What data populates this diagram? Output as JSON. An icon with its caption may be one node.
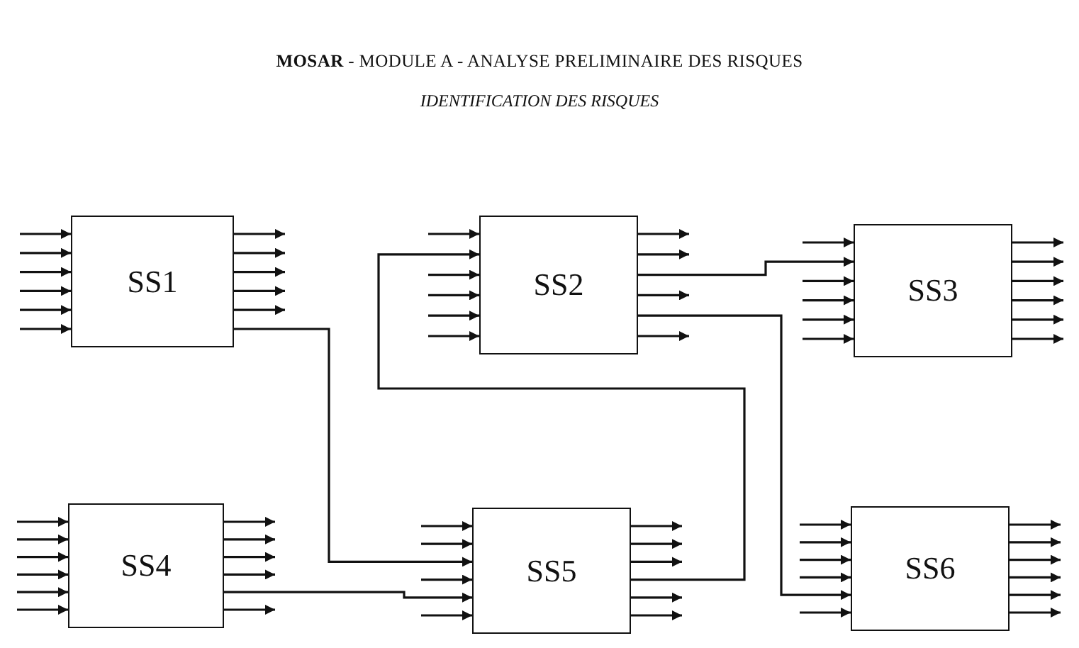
{
  "diagram": {
    "title": "**MOSAR** - MODULE A - ANALYSE PRELIMINAIRE DES RISQUES",
    "nodes": [
      {
        "text": [
          "SS1"
        ]
      },
      {
        "text": [
          "SS2"
        ]
      },
      {
        "text": [
          "SS3"
        ]
      },
      {
        "text": [
          "SS4"
        ]
      },
      {
        "text": [
          "SS5"
        ]
      },
      {
        "text": [
          "SS6"
        ]
      }
    ],
    "edges": [
      {
        "from": null,
        "to": 0,
        "arrow": "to"
      },
      {
        "from": null,
        "to": 0,
        "arrow": "to"
      },
      {
        "from": null,
        "to": 0,
        "arrow": "to"
      },
      {
        "from": null,
        "to": 0,
        "arrow": "to"
      },
      {
        "from": null,
        "to": 0,
        "arrow": "to"
      },
      {
        "from": null,
        "to": 0,
        "arrow": "to"
      },
      {
        "from": 0,
        "to": null,
        "arrow": "to"
      },
      {
        "from": 0,
        "to": null,
        "arrow": "to"
      },
      {
        "from": 0,
        "to": null,
        "arrow": "to"
      },
      {
        "from": 0,
        "to": null,
        "arrow": "to"
      },
      {
        "from": 0,
        "to": null,
        "arrow": "to"
      },
      {
        "from": null,
        "to": 1,
        "arrow": "to"
      },
      {
        "from": null,
        "to": 1,
        "arrow": "to"
      },
      {
        "from": null,
        "to": 1,
        "arrow": "to"
      },
      {
        "from": null,
        "to": 1,
        "arrow": "to"
      },
      {
        "from": null,
        "to": 1,
        "arrow": "to"
      },
      {
        "from": 1,
        "to": null,
        "arrow": "to"
      },
      {
        "from": 1,
        "to": null,
        "arrow": "to"
      },
      {
        "from": 1,
        "to": null,
        "arrow": "to"
      },
      {
        "from": 1,
        "to": null,
        "arrow": "to"
      },
      {
        "from": null,
        "to": 2,
        "arrow": "to"
      },
      {
        "from": null,
        "to": 2,
        "arrow": "to"
      },
      {
        "from": null,
        "to": 2,
        "arrow": "to"
      },
      {
        "from": null,
        "to": 2,
        "arrow": "to"
      },
      {
        "from": null,
        "to": 2,
        "arrow": "to"
      },
      {
        "from": 2,
        "to": null,
        "arrow": "to"
      },
      {
        "from": 2,
        "to": null,
        "arrow": "to"
      },
      {
        "from": 2,
        "to": null,
        "arrow": "to"
      },
      {
        "from": 2,
        "to": null,
        "arrow": "to"
      },
      {
        "from": 2,
        "to": null,
        "arrow": "to"
      },
      {
        "from": 2,
        "to": null,
        "arrow": "to"
      },
      {
        "from": null,
        "to": 3,
        "arrow": "to"
      },
      {
        "from": null,
        "to": 3,
        "arrow": "to"
      },
      {
        "from": null,
        "to": 3,
        "arrow": "to"
      },
      {
        "from": null,
        "to": 3,
        "arrow": "to"
      },
      {
        "from": null,
        "to": 3,
        "arrow": "to"
      },
      {
        "from": null,
        "to": 3,
        "arrow": "to"
      },
      {
        "from": 3,
        "to": null,
        "arrow": "to"
      },
      {
        "from": 3,
        "to": null,
        "arrow": "to"
      },
      {
        "from": 3,
        "to": null,
        "arrow": "to"
      },
      {
        "from": 3,
        "to": null,
        "arrow": "to"
      },
      {
        "from": 3,
        "to": null,
        "arrow": "to"
      },
      {
        "from": null,
        "to": 4,
        "arrow": "to"
      },
      {
        "from": null,
        "to": 4,
        "arrow": "to"
      },
      {
        "from": null,
        "to": 4,
        "arrow": "to"
      },
      {
        "from": null,
        "to": 4,
        "arrow": "to"
      },
      {
        "from": 4,
        "to": null,
        "arrow": "to"
      },
      {
        "from": 4,
        "to": null,
        "arrow": "to"
      },
      {
        "from": 4,
        "to": null,
        "arrow": "to"
      },
      {
        "from": 4,
        "to": null,
        "arrow": "to"
      },
      {
        "from": 4,
        "to": null,
        "arrow": "to"
      },
      {
        "from": null,
        "to": 5,
        "arrow": "to"
      },
      {
        "from": null,
        "to": 5,
        "arrow": "to"
      },
      {
        "from": null,
        "to": 5,
        "arrow": "to"
      },
      {
        "from": null,
        "to": 5,
        "arrow": "to"
      },
      {
        "from": null,
        "to": 5,
        "arrow": "to"
      },
      {
        "from": 5,
        "to": null,
        "arrow": "to"
      },
      {
        "from": 5,
        "to": null,
        "arrow": "to"
      },
      {
        "from": 5,
        "to": null,
        "arrow": "to"
      },
      {
        "from": 5,
        "to": null,
        "arrow": "to"
      },
      {
        "from": 5,
        "to": null,
        "arrow": "to"
      },
      {
        "from": 5,
        "to": null,
        "arrow": "to"
      },
      {
        "from": 0,
        "to": 4,
        "arrow": "to"
      },
      {
        "from": 3,
        "to": 4,
        "arrow": "to"
      },
      {
        "from": 1,
        "to": 2,
        "arrow": "to"
      },
      {
        "from": 4,
        "to": 1,
        "arrow": "to"
      },
      {
        "from": 1,
        "to": 5,
        "arrow": "to"
      }
    ],
    "labels": [
      "IDENTIFICATION DES RISQUES"
    ]
  }
}
